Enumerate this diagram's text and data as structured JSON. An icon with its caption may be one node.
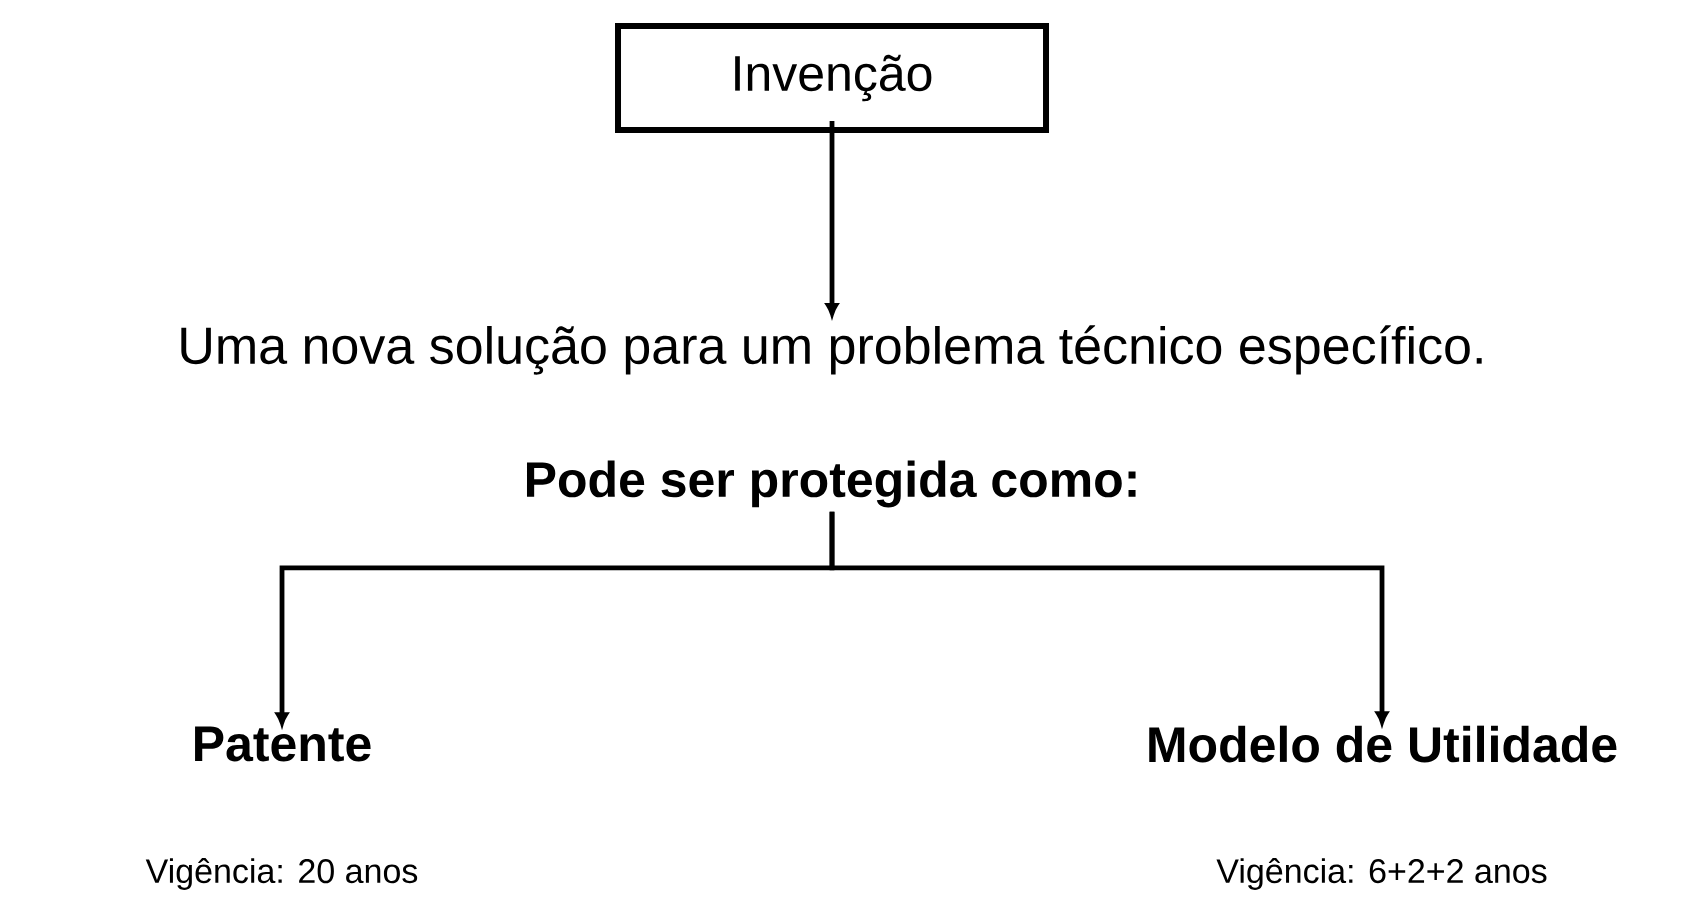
{
  "diagram": {
    "nodes": [
      {
        "text": [
          "Invenção"
        ]
      },
      {
        "text": [
          "Uma nova solução para um problema técnico específico."
        ]
      },
      {
        "text": [
          "Pode ser protegida como:"
        ]
      },
      {
        "text": [
          "Patente"
        ],
        "beside": [
          "Vigência: 20 anos"
        ]
      },
      {
        "text": [
          "Modelo de Utilidade"
        ],
        "beside": [
          "Vigência: 6+2+2 anos"
        ]
      }
    ],
    "edges": [
      {
        "from": 0,
        "to": 1,
        "arrow": "to"
      },
      {
        "from": 2,
        "to": 3,
        "arrow": "to"
      },
      {
        "from": 2,
        "to": 4,
        "arrow": "to"
      }
    ]
  }
}
